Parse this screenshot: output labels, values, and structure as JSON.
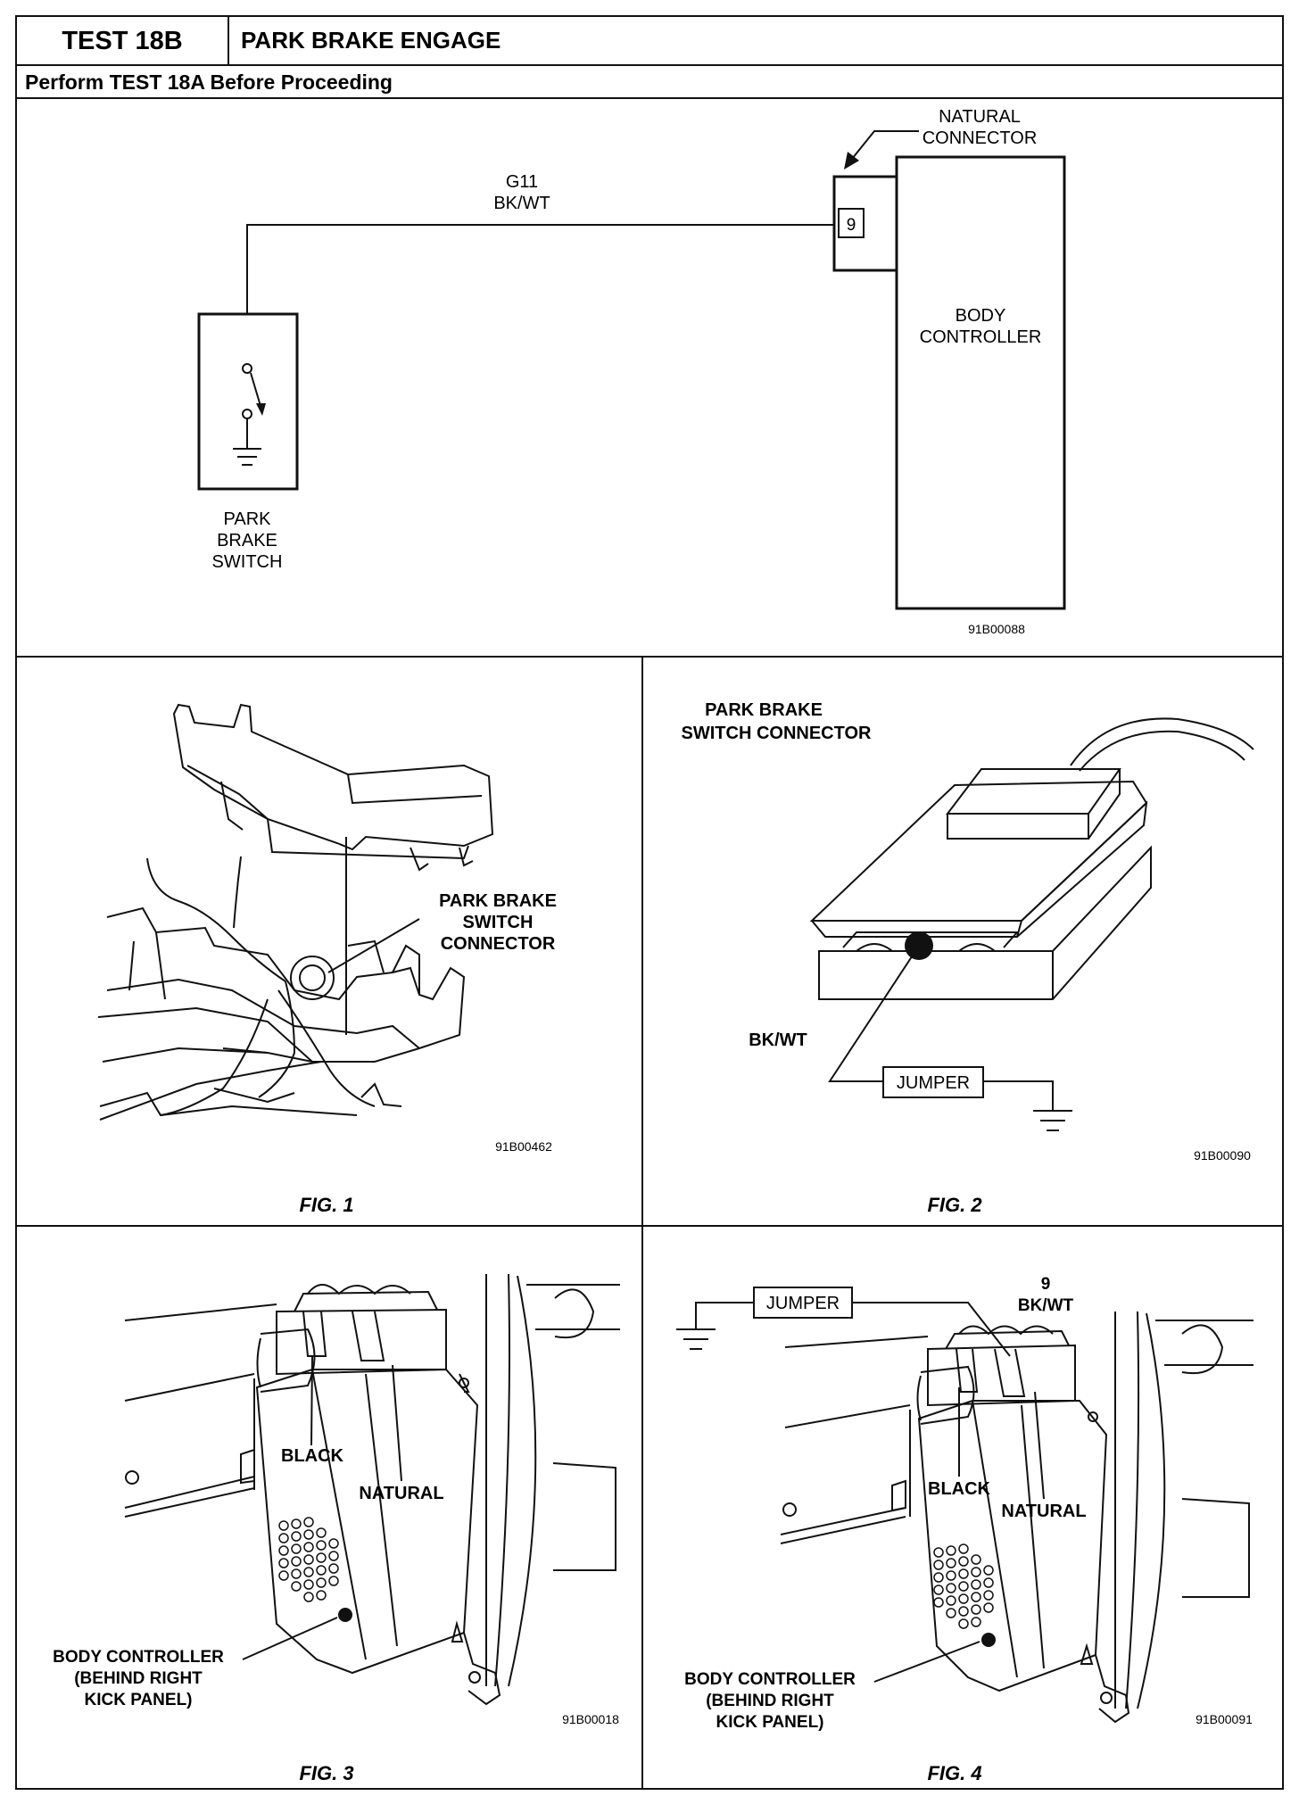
{
  "header": {
    "test_id": "TEST 18B",
    "test_title": "PARK BRAKE ENGAGE",
    "prerequisite": "Perform TEST 18A Before Proceeding"
  },
  "schematic": {
    "wire_circuit": "G11",
    "wire_color": "BK/WT",
    "connector_label_line1": "NATURAL",
    "connector_label_line2": "CONNECTOR",
    "pin_number": "9",
    "controller_line1": "BODY",
    "controller_line2": "CONTROLLER",
    "switch_line1": "PARK",
    "switch_line2": "BRAKE",
    "switch_line3": "SWITCH",
    "ref_code": "91B00088"
  },
  "fig1": {
    "callout_line1": "PARK BRAKE",
    "callout_line2": "SWITCH",
    "callout_line3": "CONNECTOR",
    "ref_code": "91B00462",
    "caption": "FIG. 1"
  },
  "fig2": {
    "title_line1": "PARK BRAKE",
    "title_line2": "SWITCH CONNECTOR",
    "wire_label": "BK/WT",
    "jumper_label": "JUMPER",
    "ref_code": "91B00090",
    "caption": "FIG. 2"
  },
  "fig3": {
    "black_label": "BLACK",
    "natural_label": "NATURAL",
    "controller_line1": "BODY CONTROLLER",
    "controller_line2": "(BEHIND RIGHT",
    "controller_line3": "KICK PANEL)",
    "ref_code": "91B00018",
    "caption": "FIG. 3"
  },
  "fig4": {
    "jumper_label": "JUMPER",
    "pin_number": "9",
    "wire_label": "BK/WT",
    "black_label": "BLACK",
    "natural_label": "NATURAL",
    "controller_line1": "BODY CONTROLLER",
    "controller_line2": "(BEHIND RIGHT",
    "controller_line3": "KICK PANEL)",
    "ref_code": "91B00091",
    "caption": "FIG. 4"
  }
}
